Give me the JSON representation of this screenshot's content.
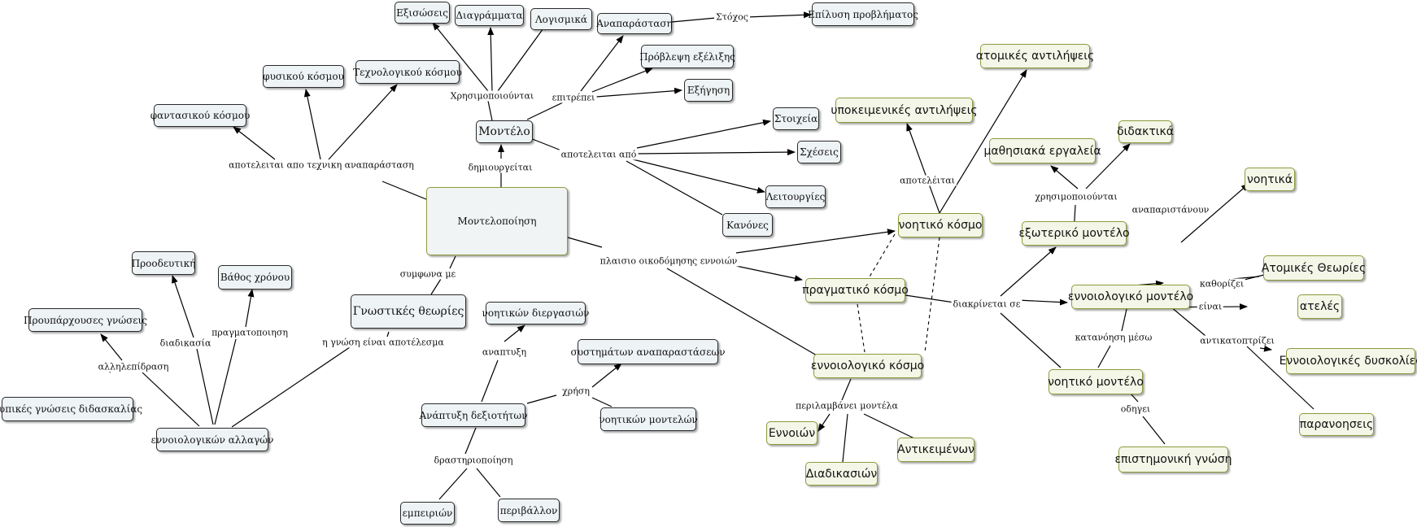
{
  "nodes": {
    "montelopoiisi": "Μοντελοποίηση",
    "montelo": "Μοντέλο",
    "exisoseis": "Εξισώσεις",
    "diagrammata": "Διαγράμματα",
    "logismika": "Λογισμικά",
    "anaparastasi": "Αναπαράσταση",
    "epilysi": "Επίλυση προβλήματος",
    "provlepsi": "Πρόβλεψη εξέλιξης",
    "exigisi": "Εξήγηση",
    "stoixeia": "Στοιχεία",
    "sxeseis": "Σχέσεις",
    "leitourgies": "Λειτουργίες",
    "kanones": "Κανόνες",
    "fantastikou": "φαντασικού κόσμου",
    "fysikou": "φυσικού κόσμου",
    "texnologikou": "Τεχνολογικού κόσμου",
    "gnostikes": "Γνωστικές θεωρίες",
    "proodeftiki": "Προοδευτική",
    "vathos": "Βάθος χρόνου",
    "proyparxouses": "Προυπάρχουσες γνώσεις",
    "typikes": "Τυπικές γνώσεις διδασκαλίας",
    "ennoiologikon_allagon": "εννοιολογικών αλλαγών",
    "noitikon_diergasion": "νοητικών διεργασιών",
    "systimaton": "συστημάτων αναπαραστάσεων",
    "anaptyxi": "Ανάπτυξη δεξιοτήτων",
    "noitikon_montelon": "νοητικών μοντελών",
    "empeirion": "εμπειριών",
    "perivallon": "περιβάλλον",
    "atomikes_antilipseis": "ατομικές αντιλήψεις",
    "ypokeimenikes": "υποκειμενικές αντιλήψεις",
    "noitiko_kosmo": "νοητικό κόσμο",
    "pragmatiko_kosmo": "πραγματικό κόσμο",
    "ennoiologiko_kosmo": "εννοιολογικό κόσμο",
    "ennoion": "Εννοιών",
    "diadikasion": "Διαδικασιών",
    "antikeimenon": "Αντικειμένων",
    "mathisiaka": "μαθησιακά εργαλεία",
    "didaktika": "διδακτικά",
    "exoteriko": "εξωτερικό μοντέλο",
    "noitika": "νοητικά",
    "ennoiologiko_montelo": "εννοιολογικό μοντέλο",
    "atomikes_theories": "Ατομικές Θεωρίες",
    "ateles": "ατελές",
    "ennoiologikes_dyskolies": "Εννοιολογικές δυσκολίες",
    "paranoiseis": "παρανοησεις",
    "noitiko_montelo": "νοητικό μοντέλο",
    "epistimoniki": "επιστημονική γνώση"
  },
  "links": {
    "xrisimopoiountai": "Χρησιμοποιούνται",
    "epitrepei": "επιτρέπει",
    "stoxos": "Στόχος",
    "apoteleitai_apo": "αποτελειται από",
    "dimiourgeitai": "δημιουργείται",
    "texniki": "αποτελειται απο τεχνικη αναπαράσταση",
    "symfona": "συμφωνα με",
    "gnosi": "η γνώση είναι αποτέλεσμα",
    "allilepidrasi": "αλληλεπίδραση",
    "diadikasia": "διαδικασία",
    "pragmatopoiisi": "πραγματοποιηση",
    "anaptyxi_l": "αναπτυξη",
    "xrisi": "χρήση",
    "drastiriopoiisi": "δραστηριοποίηση",
    "plaisio": "πλαισιο οικοδόμησης εννοιών",
    "apoteleitai": "αποτελέιται",
    "periamvanei": "περιλαμβάνει μοντέλα",
    "diakrinetai": "διακρίνεται σε",
    "xrisimopoiountai2": "χρησιμοποιούνται",
    "anaparistanoun": "αναπαριστάνουν",
    "kathorizei": "καθορίζει",
    "einai": "είναι",
    "antikatoptrizei": "αντικατοπτρίζει",
    "katanoisi": "κατανόηση μέσω",
    "odigei": "οδηγει"
  }
}
